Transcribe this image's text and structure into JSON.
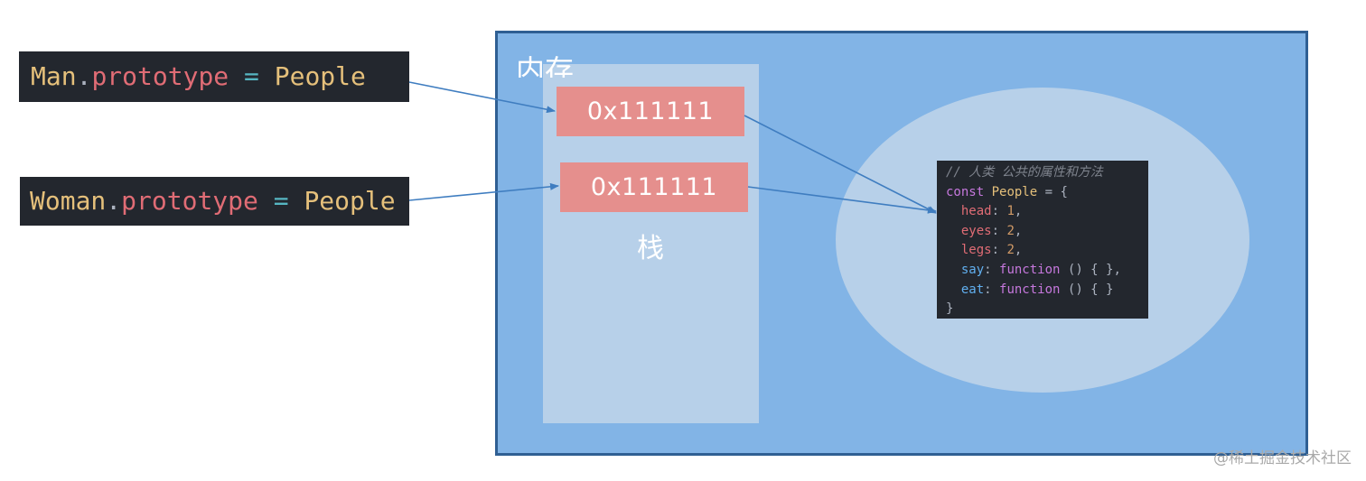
{
  "code_snippets": {
    "man": {
      "object": "Man",
      "dot": ".",
      "property": "prototype",
      "operator": "=",
      "value": "People"
    },
    "woman": {
      "object": "Woman",
      "dot": ".",
      "property": "prototype",
      "operator": "=",
      "value": "People"
    }
  },
  "memory": {
    "label": "内存",
    "stack_label": "栈",
    "stack_addresses": [
      "0x111111",
      "0x111111"
    ]
  },
  "people_object_code": {
    "comment": "// 人类 公共的属性和方法",
    "decl_keyword": "const",
    "decl_name": "People",
    "decl_rest": "= {",
    "props": [
      {
        "key": "head",
        "value": "1",
        "tail": ","
      },
      {
        "key": "eyes",
        "value": "2",
        "tail": ","
      },
      {
        "key": "legs",
        "value": "2",
        "tail": ","
      },
      {
        "key": "say",
        "keyword": "function",
        "body": "() { }",
        "tail": ","
      },
      {
        "key": "eat",
        "keyword": "function",
        "body": "() { }",
        "tail": ""
      }
    ],
    "close": "}"
  },
  "watermark": "@稀土掘金技术社区",
  "colors": {
    "code_bg": "#23272e",
    "memory_bg": "#82b4e6",
    "memory_border": "#2f5f93",
    "stack_bg": "#b7d0e9",
    "heap_bg": "#b7d0e9",
    "address_box": "#e58f8d",
    "arrow": "#3f7dc0"
  }
}
